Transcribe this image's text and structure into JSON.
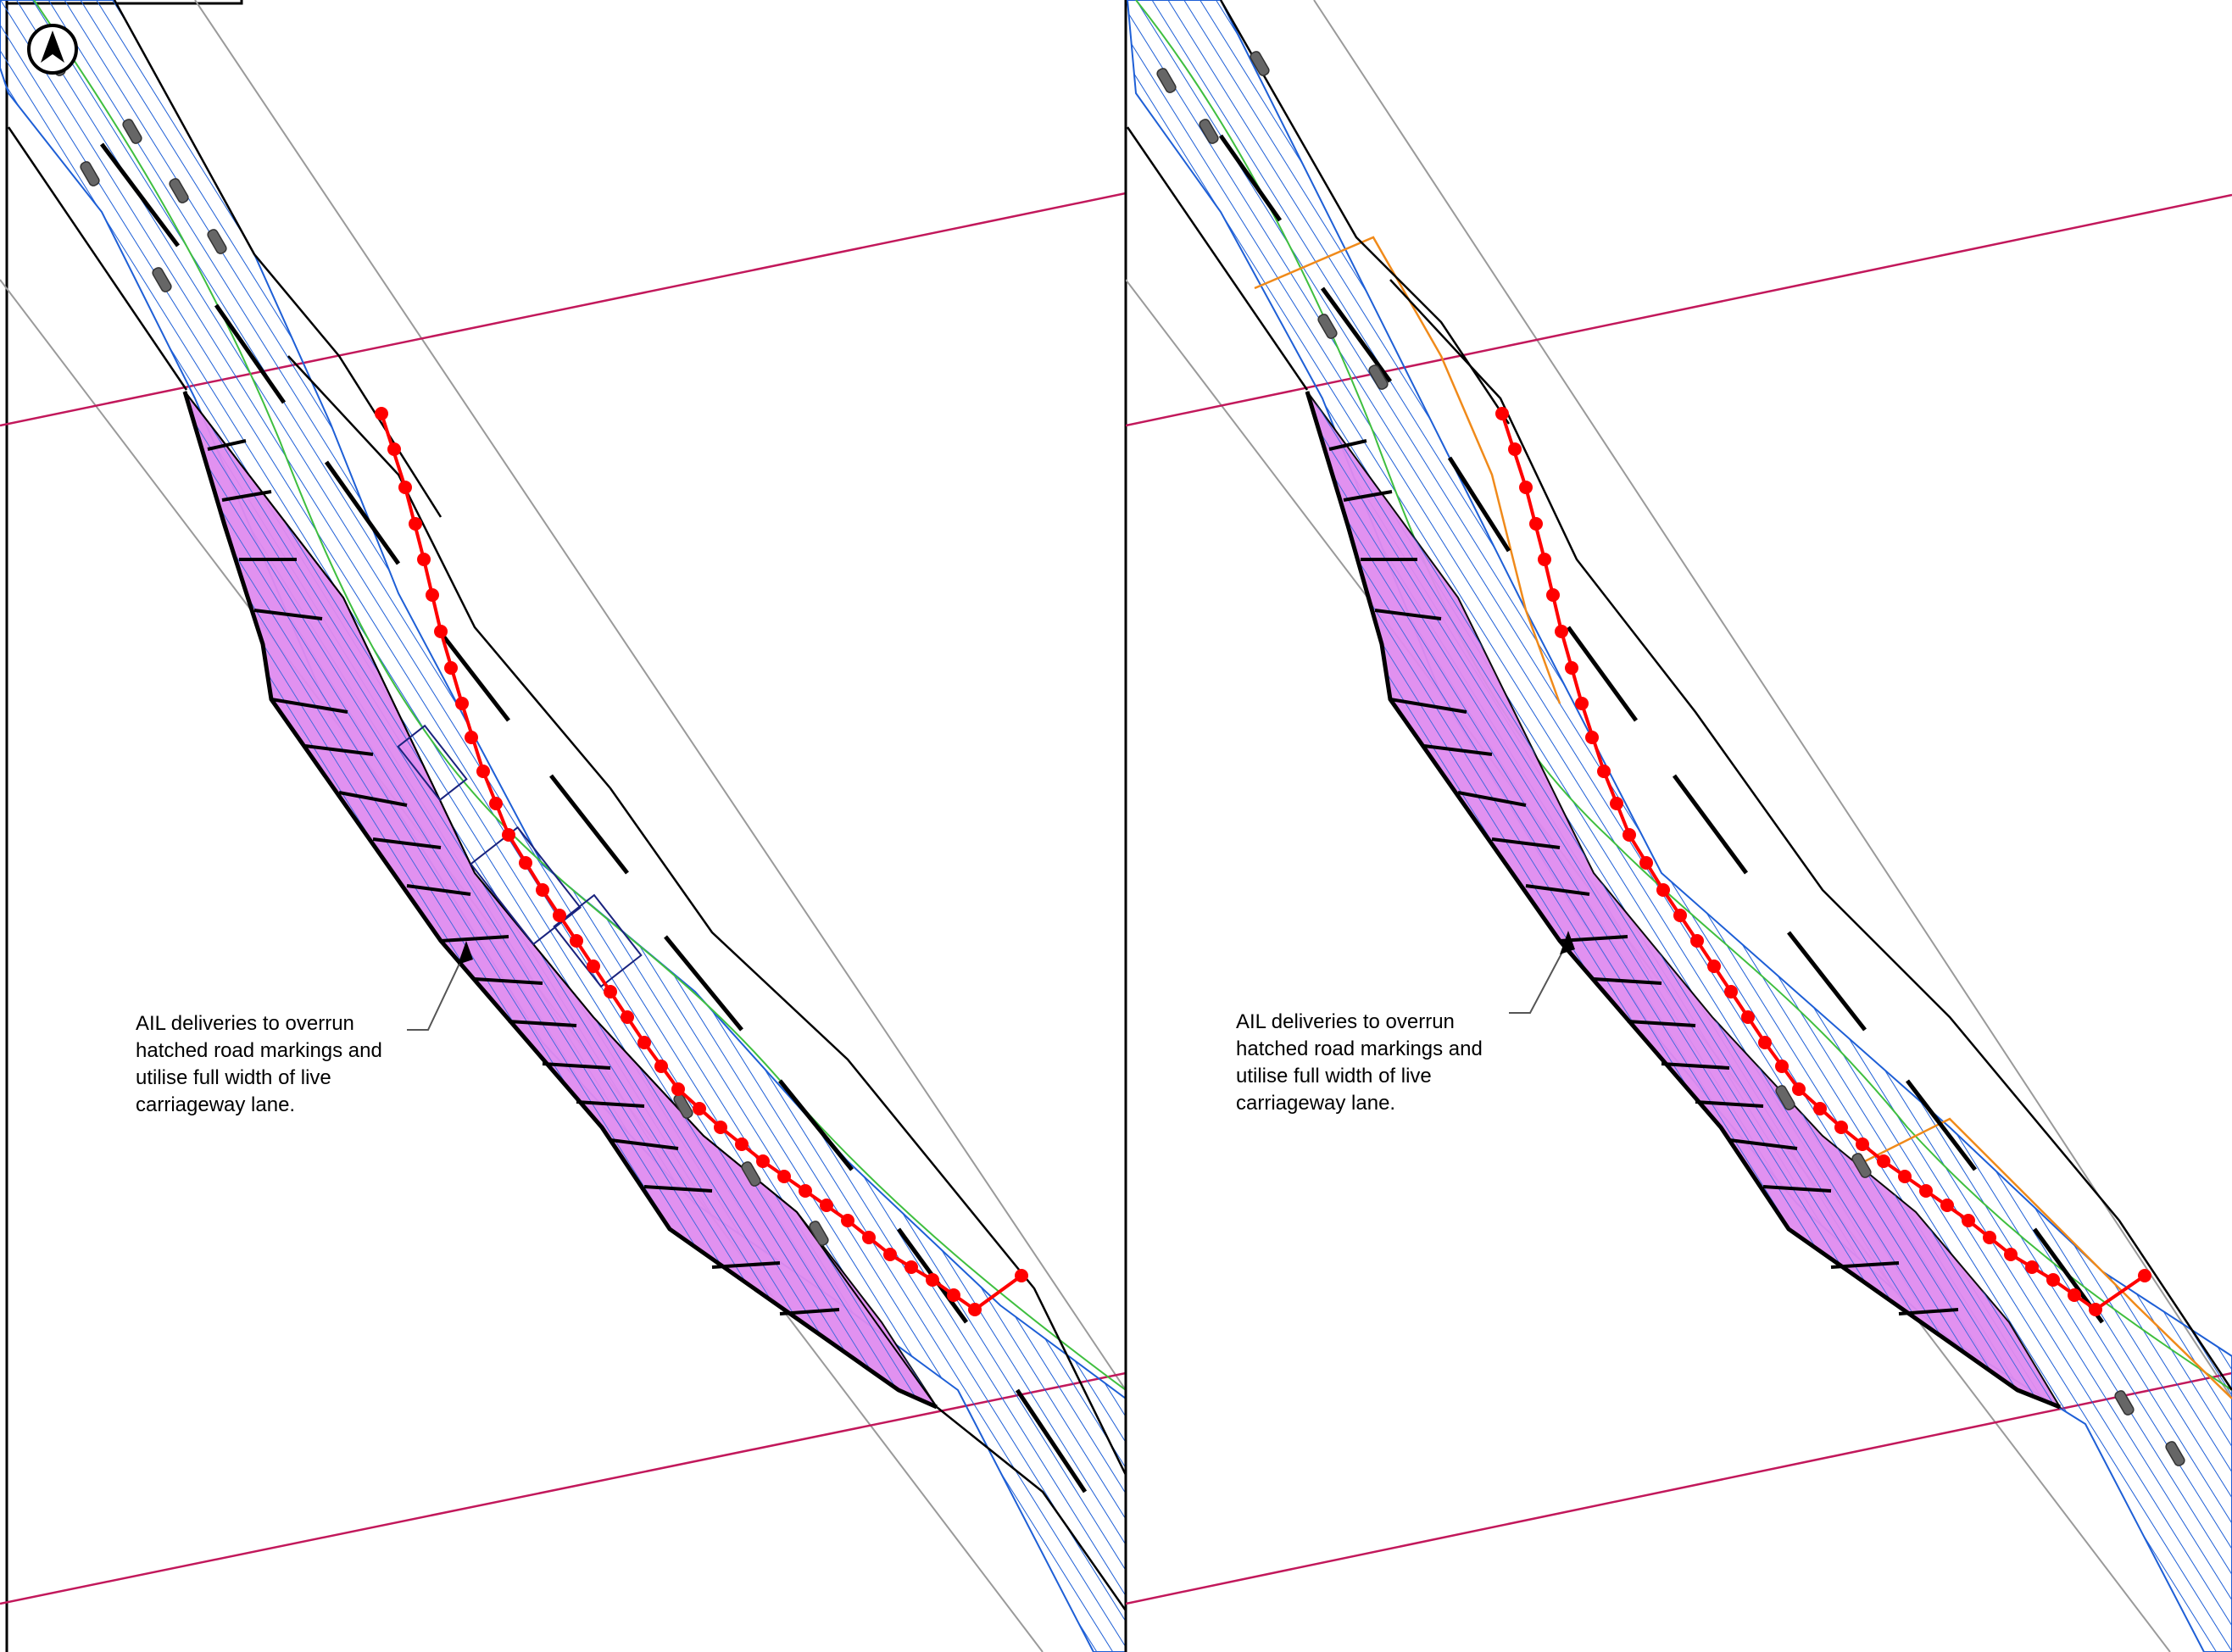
{
  "drawing": {
    "title": "",
    "panels": [
      {
        "id": "left",
        "annotation": [
          "AIL deliveries to overrun",
          "hatched road markings and",
          "utilise full width of live",
          "carriageway lane."
        ]
      },
      {
        "id": "right",
        "annotation": [
          "AIL deliveries to overrun",
          "hatched road markings and",
          "utilise full width of live",
          "carriageway lane."
        ]
      }
    ],
    "north_arrow_icon": "north-arrow-icon",
    "colors": {
      "kerb_lines": "#000000",
      "offset_lines": "#9a9a9a",
      "boundary_line": "#c2185b",
      "swept_path_hatch": "#1e5fd6",
      "vehicle_envelope": "#3fbf3f",
      "overrun_area": "#e08cf0",
      "barrier_markers": "#ff0000",
      "orange_outline": "#f08a1a"
    }
  }
}
